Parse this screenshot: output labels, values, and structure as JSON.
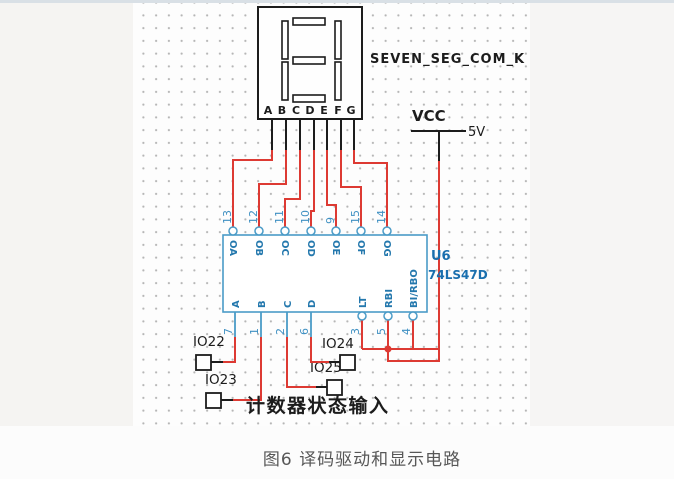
{
  "display": {
    "part_label": "SEVEN_SEG_COM_K",
    "segment_pins": [
      "A",
      "B",
      "C",
      "D",
      "E",
      "F",
      "G"
    ]
  },
  "power": {
    "net_label": "VCC",
    "voltage_label": "5V"
  },
  "decoder": {
    "ref": "U6",
    "part": "74LS47D",
    "top_pins": {
      "numbers": [
        "13",
        "12",
        "11",
        "10",
        "9",
        "15",
        "14"
      ],
      "names": [
        "OA",
        "OB",
        "OC",
        "OD",
        "OE",
        "OF",
        "OG"
      ]
    },
    "bottom_pins": {
      "numbers": [
        "7",
        "1",
        "2",
        "6",
        "3",
        "5",
        "4"
      ],
      "input_names": [
        "A",
        "B",
        "C",
        "D"
      ],
      "control_names": [
        "LT",
        "RBI",
        "BI/RBO"
      ]
    }
  },
  "io_connectors": {
    "io22": "IO22",
    "io23": "IO23",
    "io24": "IO24",
    "io25": "IO25"
  },
  "annotation": {
    "input_note": "计数器状态输入"
  },
  "caption": {
    "figure_label": "图6 译码驱动和显示电路"
  },
  "colors": {
    "wire_red": "#dd3a33",
    "chip_blue": "#4a9bc7",
    "chip_text_blue": "#1a6fae",
    "pin_number_blue": "#3f90c2",
    "ink_black": "#1c1c1c",
    "caption_gray": "#575757",
    "top_bar": "#d9e0e6"
  }
}
